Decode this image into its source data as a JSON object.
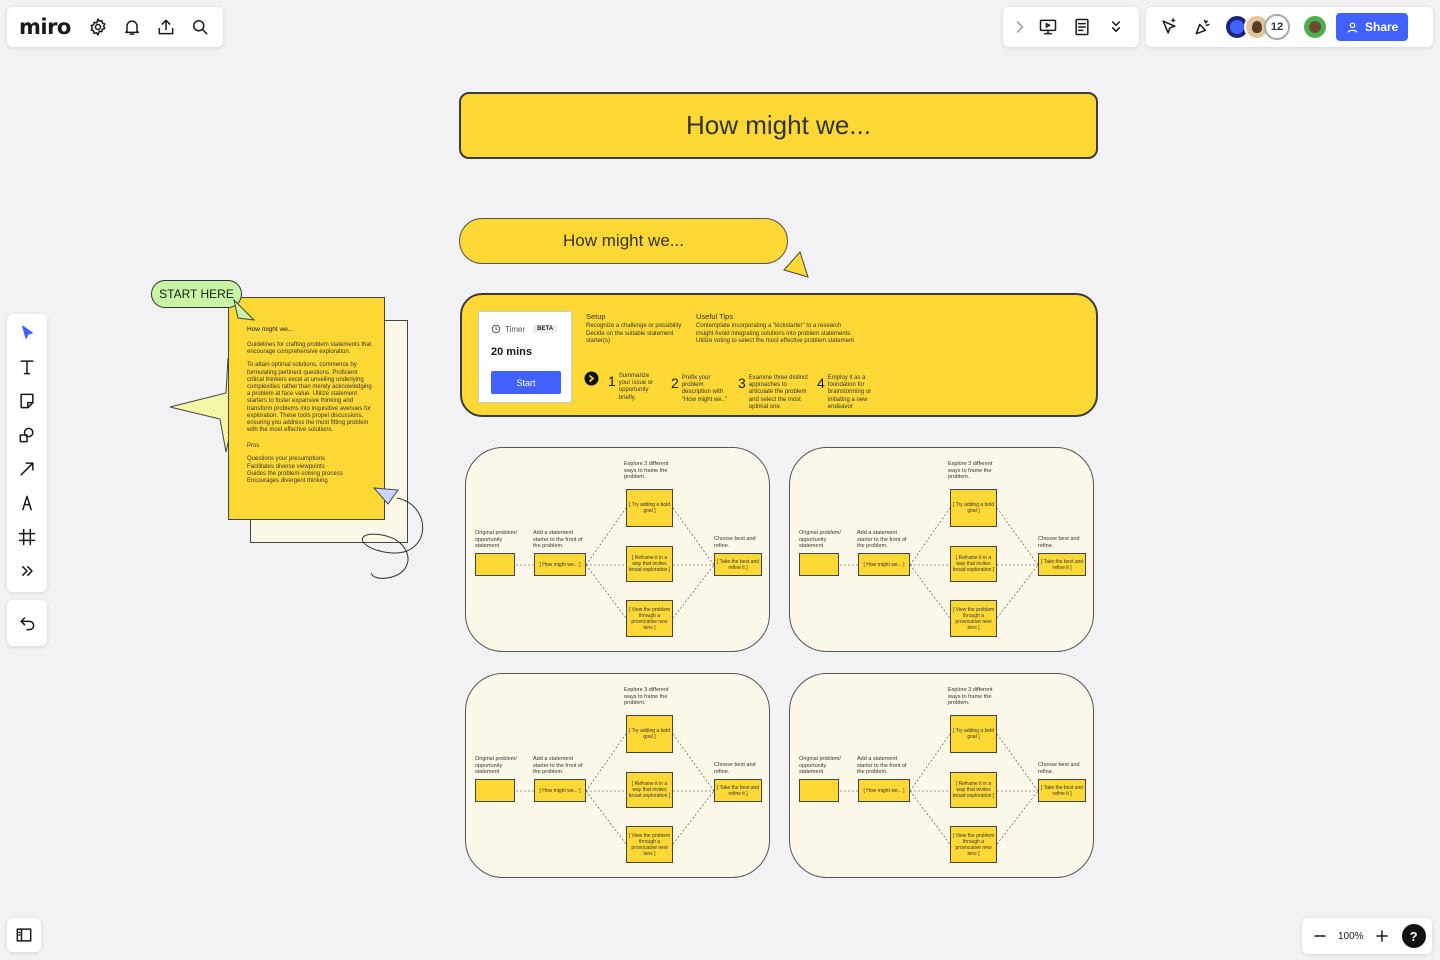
{
  "app": {
    "logo": "miro"
  },
  "collaborators": {
    "count": "12"
  },
  "share": {
    "label": "Share"
  },
  "zoom": {
    "level": "100%"
  },
  "help": {
    "label": "?"
  },
  "board": {
    "title": "How might we...",
    "bubble": "How might we...",
    "start_here": "START HERE",
    "note": {
      "heading": "How might we...",
      "intro": "Guidelines for crafting problem statements that encourage comprehensive exploration.",
      "body": "To attain optimal solutions, commence by formulating pertinent questions. Proficient critical thinkers excel at unveiling underlying complexities rather than merely acknowledging a problem at face value. Utilize statement starters to foster expansive thinking and transform problems into inquisitive avenues for exploration. These tools propel discussions, ensuring you address the most fitting problem with the most effective solutions.",
      "pros_title": "Pros",
      "pros": [
        "Questions your presumptions",
        "Facilitates diverse viewpoints",
        "Guides the problem-solving process",
        "Encourages divergent thinking"
      ]
    },
    "timer": {
      "label": "Timer",
      "badge": "BETA",
      "duration": "20 mins",
      "start": "Start"
    },
    "setup": {
      "title": "Setup",
      "text": "Recognize a challenge or possibility Decide on the suitable statement starter(s)"
    },
    "tips": {
      "title": "Useful Tips",
      "text": "Contemplate incorporating a \"kickstarter\" to a research insight Avoid integrating solutions into problem statements Utilize voting to select the most effective problem statement"
    },
    "steps": [
      {
        "num": "1",
        "text": "Summarize your issue or opportunity briefly."
      },
      {
        "num": "2",
        "text": "Prefix your problem description with \"How might we..\""
      },
      {
        "num": "3",
        "text": "Examine three distinct approaches to articulate the problem and select the most optimal one."
      },
      {
        "num": "4",
        "text": "Employ it as a foundation for brainstorming or initiating a new endeavor"
      }
    ],
    "frame": {
      "explore": "Explore 3 different ways to frame the problem.",
      "original": "Original problem/ opportunity statement",
      "add_starter": "Add a statement starter to the front of the problem.",
      "choose": "Choose best and refine.",
      "hmw_box": "[ How might we... ]",
      "bold_goal": "[ Try adding a bold goal ]",
      "reframe": "[ Reframe it in a way that invites broad exploration ]",
      "lens": "[ View the problem through a provocative new lens ]",
      "refine": "[ Take the best and refine it ]"
    }
  },
  "colors": {
    "yellow": "#fed935",
    "share_blue": "#4262ff",
    "start_green": "#c7f5a5"
  }
}
